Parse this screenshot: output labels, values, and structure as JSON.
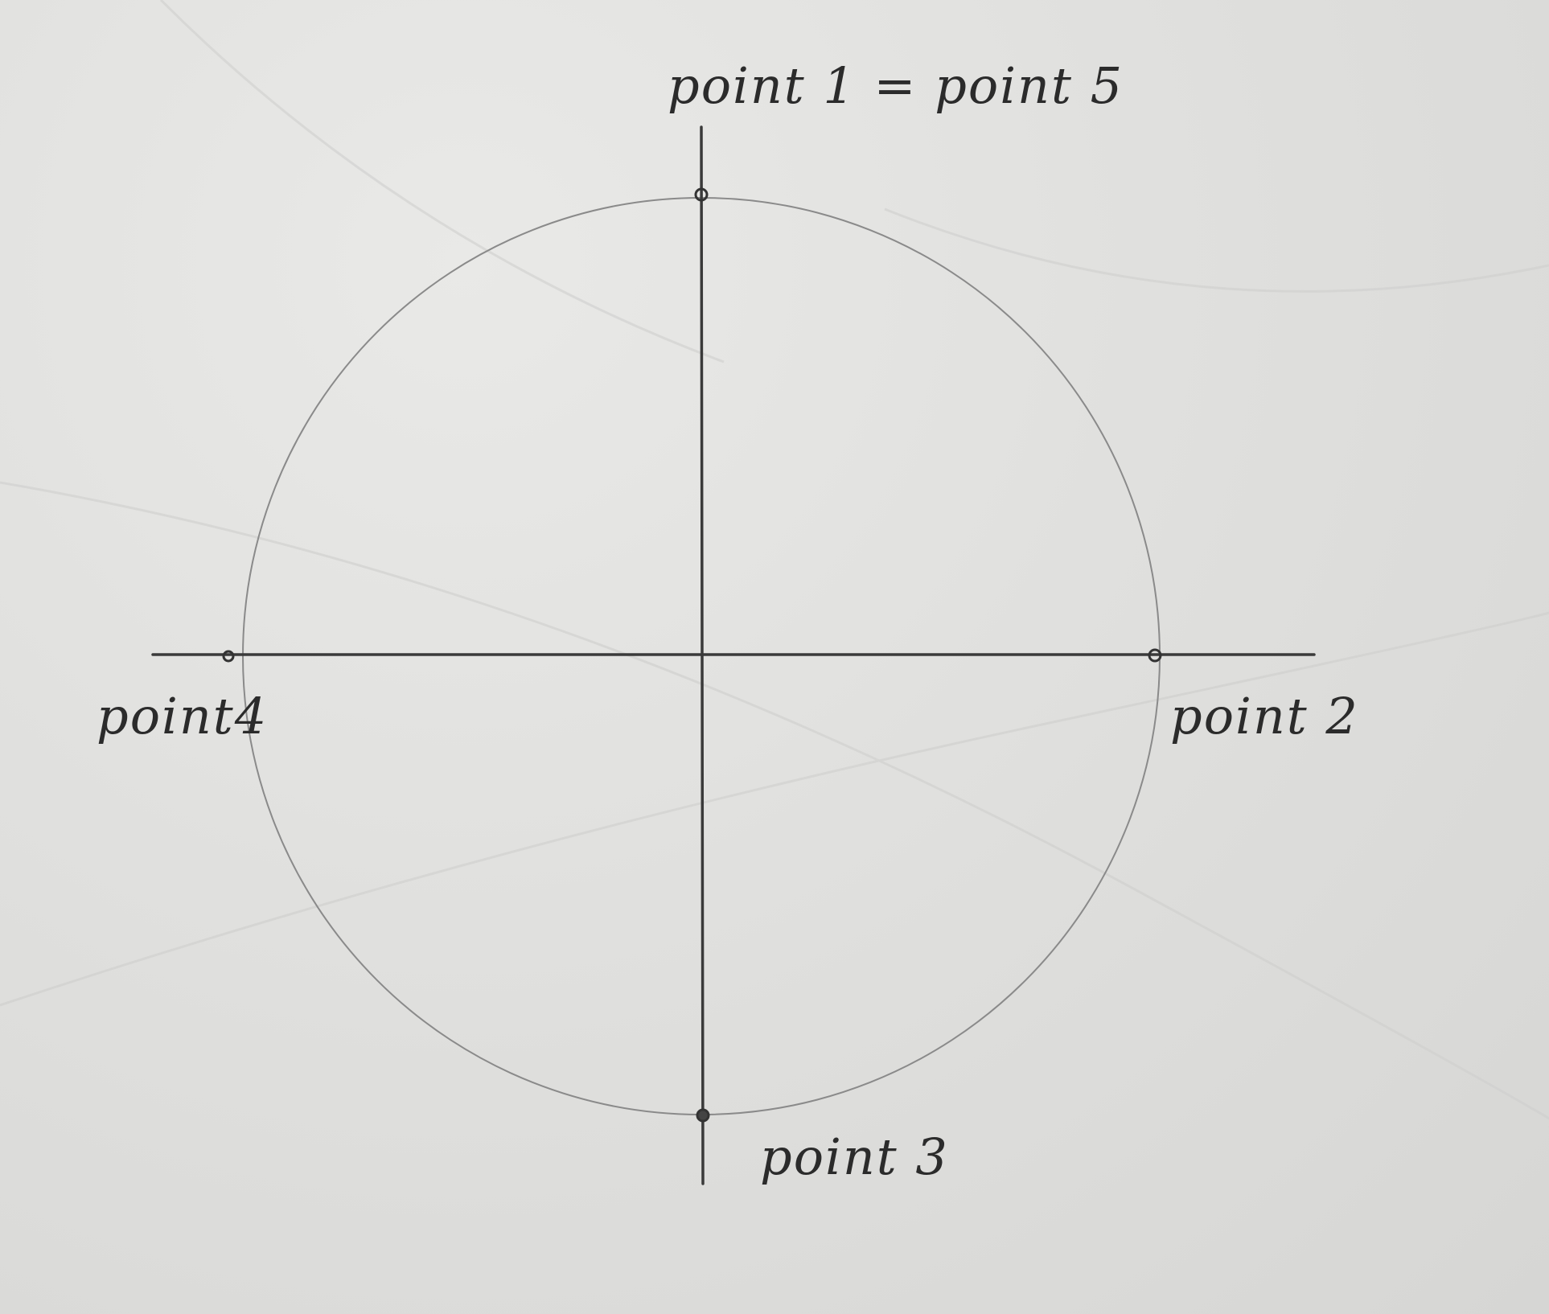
{
  "diagram": {
    "labels": {
      "point_1_5": "point 1 = point 5",
      "point_2": "point 2",
      "point_3": "point 3",
      "point_4": "point4"
    },
    "colors": {
      "paper": "#e2e2e0",
      "pencil": "#3a3a3a",
      "circle": "#8a8a8a"
    }
  }
}
